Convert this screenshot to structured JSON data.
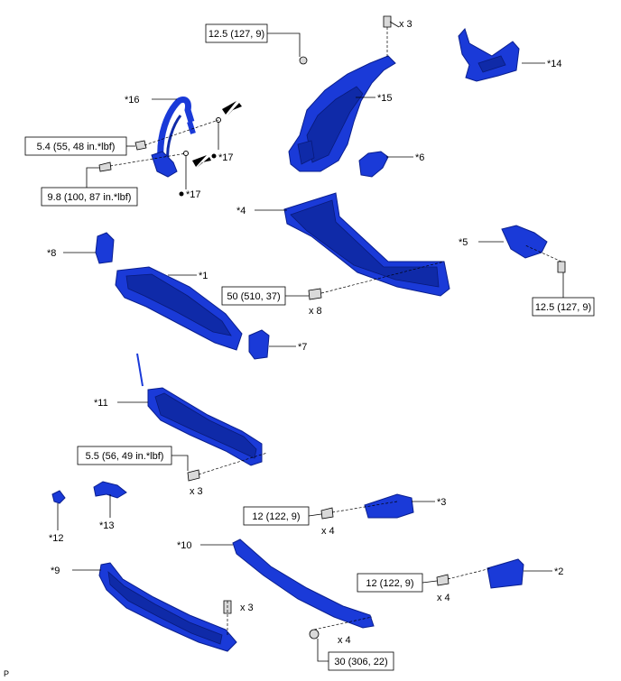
{
  "labels": {
    "p1": "*1",
    "p2": "*2",
    "p3": "*3",
    "p4": "*4",
    "p5": "*5",
    "p6": "*6",
    "p7": "*7",
    "p8": "*8",
    "p9": "*9",
    "p10": "*10",
    "p11": "*11",
    "p12": "*12",
    "p13": "*13",
    "p14": "*14",
    "p15": "*15",
    "p16": "*16",
    "p17a": "*17",
    "p17b": "*17"
  },
  "torques": {
    "t_12_5_top": "12.5 (127, 9)",
    "t_5_4": "5.4 (55, 48 in.*lbf)",
    "t_9_8": "9.8 (100, 87 in.*lbf)",
    "t_50": "50 (510, 37)",
    "t_12_5_right": "12.5 (127, 9)",
    "t_5_5": "5.5 (56, 49 in.*lbf)",
    "t_12_a": "12 (122, 9)",
    "t_12_b": "12 (122, 9)",
    "t_30": "30 (306, 22)"
  },
  "quantities": {
    "q_top": "x 3",
    "q_50": "x 8",
    "q_5_5": "x 3",
    "q_12_a": "x 4",
    "q_12_b": "x 4",
    "q_bottom_bolt": "x 3",
    "q_30": "x 4"
  },
  "footer": {
    "code": "P"
  }
}
